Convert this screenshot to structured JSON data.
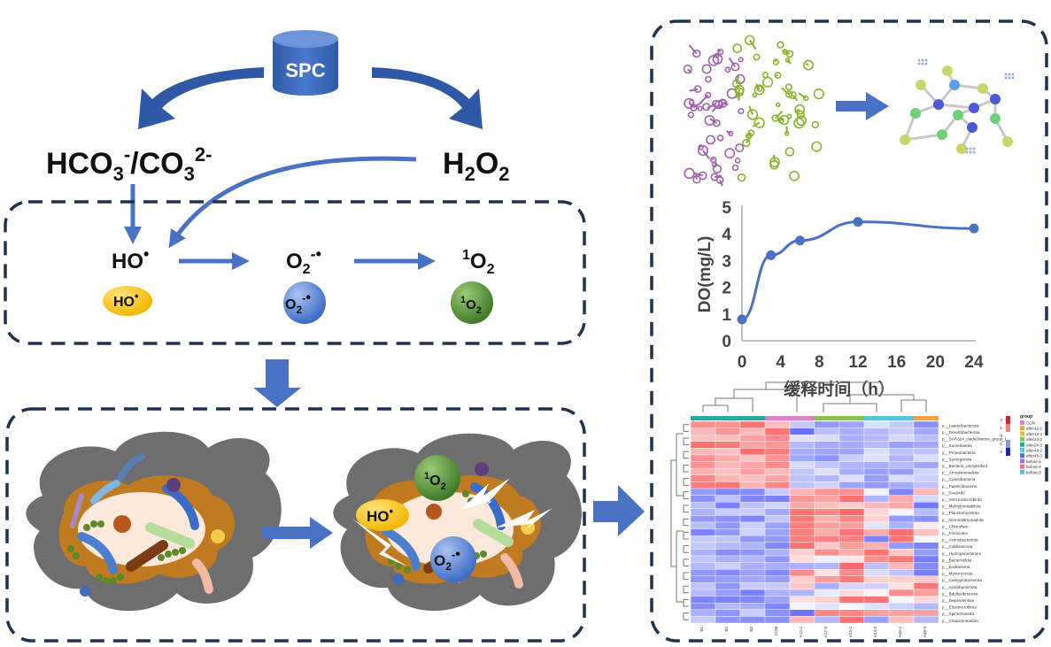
{
  "colors": {
    "arrow": "#4a72c4",
    "arrow_dark": "#2f58a6",
    "dash": "#1f3350",
    "hydroxyl": "#f5c000",
    "superoxide": "#4a78d0",
    "singlet": "#4f8a35",
    "sludge_gray": "#6e6e6e",
    "sludge_brown": "#c07a1f",
    "line": "#4a72c4"
  },
  "top": {
    "source": "SPC",
    "left_product": {
      "main": "HCO",
      "sub": "3",
      "sup": "-",
      "slash": "/CO",
      "sub2": "3",
      "sup2": "2-"
    },
    "right_product": {
      "main": "H",
      "sub": "2",
      "tail": "O",
      "sub2": "2"
    }
  },
  "ros": {
    "hydroxyl": {
      "label": "HO",
      "dot": "•",
      "bubble": "HO"
    },
    "superoxide": {
      "label": "O",
      "sub": "2",
      "sup": "-",
      "dot": "•",
      "bubble": "O",
      "bubble_sub": "2",
      "bubble_sup": "-"
    },
    "singlet": {
      "sup": "1",
      "label": "O",
      "sub": "2"
    }
  },
  "sludge_after": {
    "singlet": {
      "sup": "1",
      "label": "O",
      "sub": "2"
    },
    "hydroxyl": {
      "label": "HO",
      "dot": "•"
    },
    "superoxide": {
      "label": "O",
      "sub": "2",
      "sup": "-",
      "dot": "•"
    }
  },
  "chart_data": {
    "type": "line",
    "x": [
      0,
      3,
      6,
      12,
      24
    ],
    "y": [
      0.8,
      3.2,
      3.75,
      4.45,
      4.2
    ],
    "xlabel": "缓释时间（h）",
    "ylabel": "DO(mg/L)",
    "xlim": [
      0,
      24
    ],
    "ylim": [
      0,
      5
    ],
    "xticks": [
      "0",
      "4",
      "8",
      "12",
      "16",
      "20",
      "24"
    ],
    "yticks": [
      "0",
      "1",
      "2",
      "3",
      "4",
      "5"
    ],
    "grid": false
  },
  "heatmap": {
    "columns": [
      "B1",
      "B2",
      "B3",
      "CON",
      "A12-2",
      "A12-3",
      "A24-2",
      "A24-3",
      "A48-2",
      "A48-3"
    ],
    "rows": [
      "p__Latescibacterota",
      "p__Desulfobacterota",
      "p__SAR324_clade(Marine_group_B)",
      "p__Sumerlaeota",
      "p__Proteobacteria",
      "p__Synergistota",
      "p__Bacteria_unclassified",
      "p__Armatimonadota",
      "p__Cyanobacteria",
      "p__Patescibacteria",
      "p__Sva0485",
      "p__Verrucomicrobiota",
      "p__Methylomirabilota",
      "p__Planctomycetota",
      "p__Gemmatimonadota",
      "p__Chloroflexi",
      "p__Firmicutes",
      "p__Actinobacteriota",
      "p__Caldisericota",
      "p__Hydrogenedentes",
      "p__Bacteroidota",
      "p__Zixibacteria",
      "p__Myxococcota",
      "p__Campylobacterota",
      "p__Acidobacteriota",
      "p__Bdellovibrionota",
      "p__Dependentiae",
      "p__Elusimicrobiota",
      "p__Spirochaetota",
      "p__Cloacimonadota"
    ],
    "legend_title": "group",
    "groups": [
      "CON",
      "after12-2",
      "after12-3",
      "after24-2",
      "after24-3",
      "after48-2",
      "after48-3",
      "before-1",
      "before-2",
      "before-3"
    ],
    "scale": [
      "2",
      "1",
      "0",
      "-1",
      "-2"
    ]
  }
}
